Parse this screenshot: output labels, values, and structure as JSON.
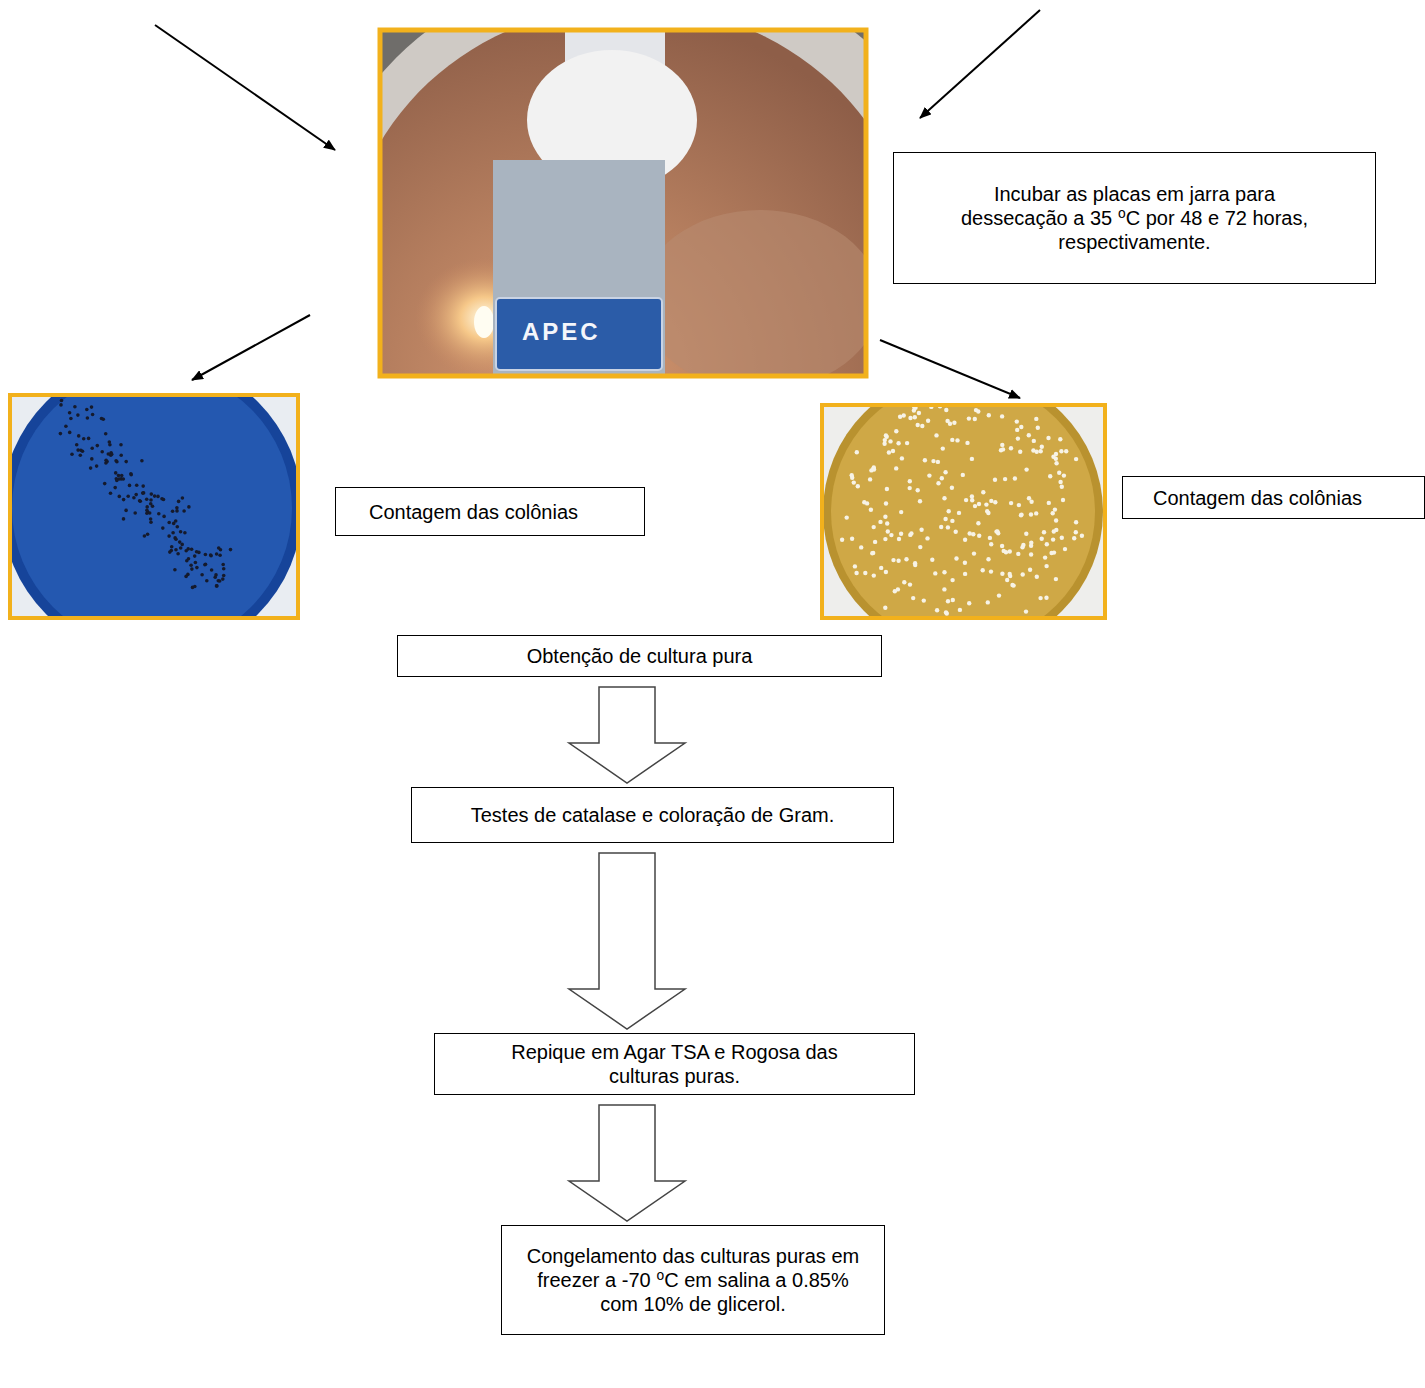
{
  "diagram": {
    "nodes": [
      {
        "text": [
          "Incubar as placas em jarra para dessecação a 35 ⁰C por 48 e 72 horas, respectivamente."
        ]
      },
      {
        "text": [
          "Contagem das colônias"
        ]
      },
      {
        "text": [
          "Contagem das colônias"
        ]
      },
      {
        "text": [
          "Obtenção de cultura pura"
        ]
      },
      {
        "text": [
          "Testes de catalase e coloração de Gram."
        ]
      },
      {
        "text": [
          "Repique em Agar TSA e Rogosa das culturas puras."
        ]
      },
      {
        "text": [
          "Congelamento das culturas puras em freezer a -70 ⁰C em salina a 0.85% com 10% de glicerol."
        ]
      }
    ],
    "edges": [
      {
        "from": 3,
        "to": 4,
        "arrow": "to"
      },
      {
        "from": 4,
        "to": 5,
        "arrow": "to"
      },
      {
        "from": 5,
        "to": 6,
        "arrow": "to"
      }
    ],
    "labels": [
      "APEC"
    ]
  }
}
